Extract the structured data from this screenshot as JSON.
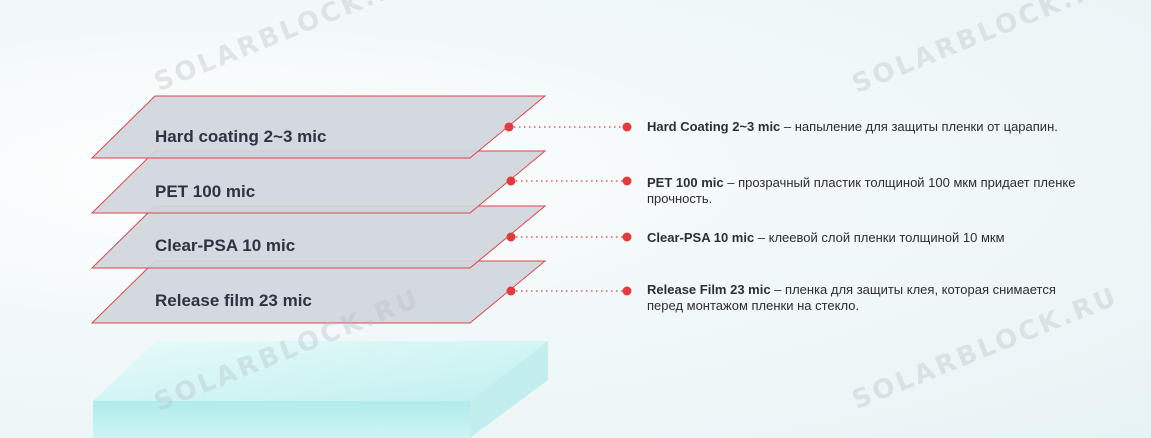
{
  "watermark_text": "SOLARBLOCK.RU",
  "colors": {
    "layer_fill": "#cfd6dc",
    "layer_stroke": "#e0444a",
    "dot": "#e33b3b",
    "glass_top": "#c8f1f0",
    "glass_front": "#a6e9e8"
  },
  "layers": [
    {
      "label": "Hard coating 2~3 mic",
      "desc_title": "Hard Coating 2~3 mic",
      "desc_text": " – напыление для защиты пленки от царапин."
    },
    {
      "label": "PET 100 mic",
      "desc_title": "PET 100 mic",
      "desc_text": " – прозрачный пластик толщиной 100 мкм придает пленке прочность."
    },
    {
      "label": "Clear-PSA 10 mic",
      "desc_title": "Clear-PSA 10 mic",
      "desc_text": " – клеевой слой пленки толщиной 10 мкм"
    },
    {
      "label": "Release film 23 mic",
      "desc_title": "Release Film 23 mic",
      "desc_text": " – пленка для защиты клея, которая снимается перед монтажом пленки на стекло."
    }
  ]
}
